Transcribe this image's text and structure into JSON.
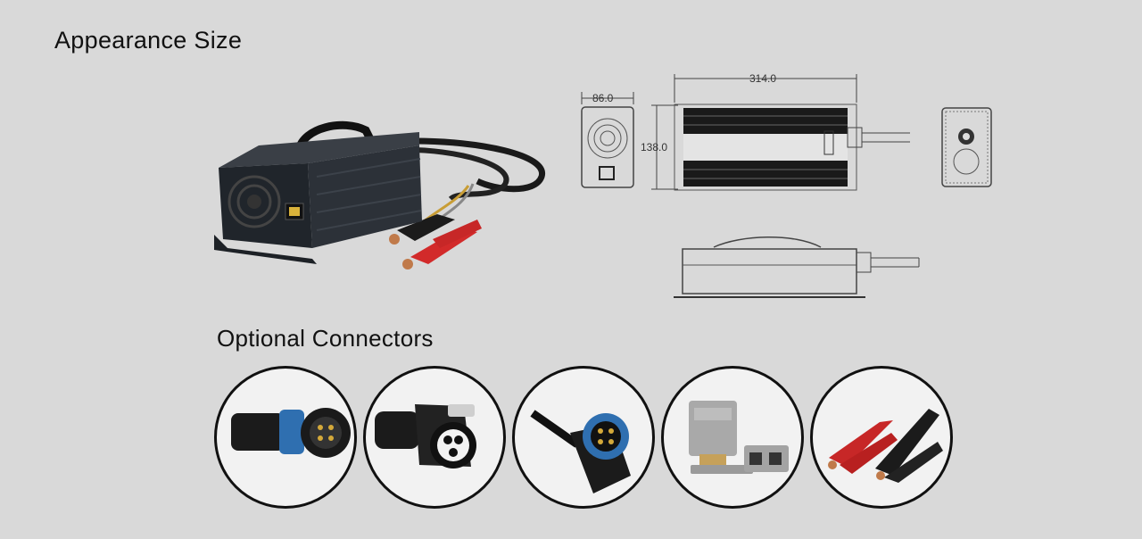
{
  "headings": {
    "appearance": "Appearance Size",
    "connectors": "Optional Connectors"
  },
  "dimensions": {
    "length": "314.0",
    "width": "86.0",
    "height": "138.0"
  },
  "connectors": [
    {
      "icon": "blue-ring-round-connector-icon"
    },
    {
      "icon": "black-latch-socket-connector-icon"
    },
    {
      "icon": "right-angle-blue-connector-icon"
    },
    {
      "icon": "anderson-gray-connector-icon"
    },
    {
      "icon": "alligator-clips-icon"
    }
  ],
  "colors": {
    "background": "#d9d9d9",
    "accent_blue": "#2f6fb0",
    "clip_red": "#d22a2a"
  }
}
